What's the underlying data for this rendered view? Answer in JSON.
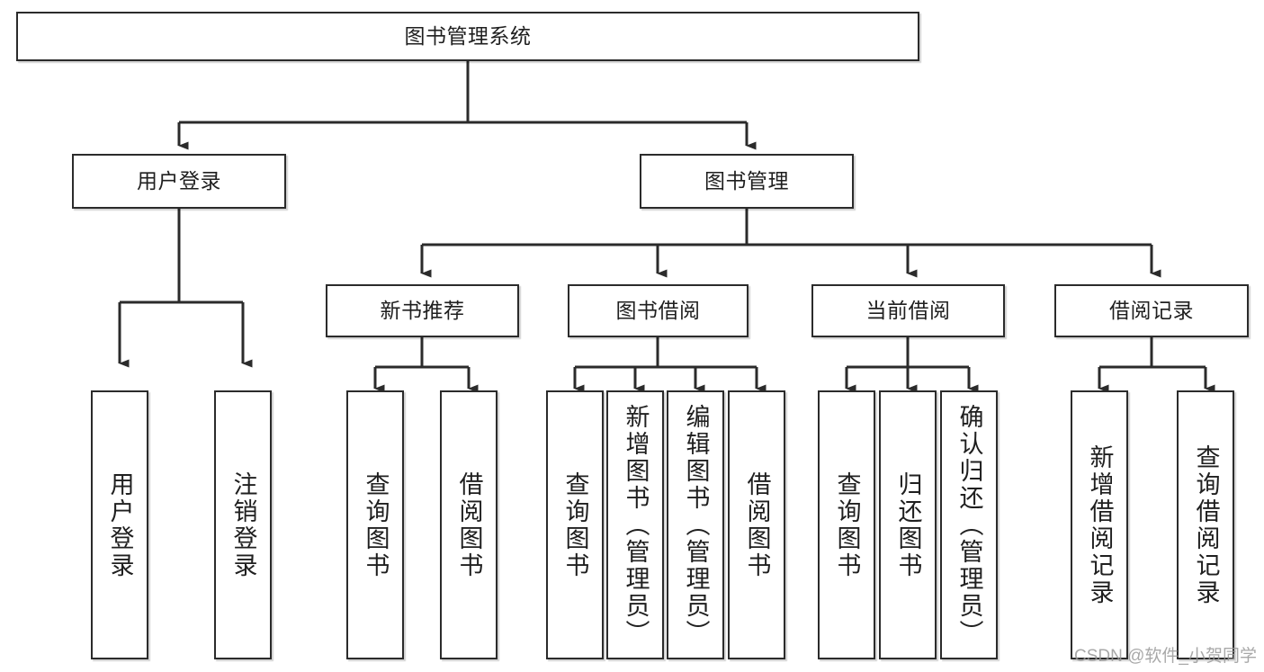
{
  "diagram": {
    "title": "图书管理系统",
    "type": "tree-hierarchy-chart",
    "watermark": "CSDN @软件_小贺同学",
    "colors": {
      "stroke": "#2b2b2b",
      "fill": "#ffffff",
      "text": "#1f1f1f",
      "watermark": "#9a9a9a"
    },
    "root": {
      "label": "图书管理系统"
    },
    "level1": [
      {
        "label": "用户登录"
      },
      {
        "label": "图书管理"
      }
    ],
    "level2": [
      {
        "label": "新书推荐"
      },
      {
        "label": "图书借阅"
      },
      {
        "label": "当前借阅"
      },
      {
        "label": "借阅记录"
      }
    ],
    "leaves": {
      "user_login": [
        {
          "label": "用户登录"
        },
        {
          "label": "注销登录"
        }
      ],
      "new_book_recommend": [
        {
          "label": "查询图书"
        },
        {
          "label": "借阅图书"
        }
      ],
      "book_borrow": [
        {
          "label": "查询图书"
        },
        {
          "label": "新增图书（管理员）"
        },
        {
          "label": "编辑图书（管理员）"
        },
        {
          "label": "借阅图书"
        }
      ],
      "current_borrow": [
        {
          "label": "查询图书"
        },
        {
          "label": "归还图书"
        },
        {
          "label": "确认归还（管理员）"
        }
      ],
      "borrow_record": [
        {
          "label": "新增借阅记录"
        },
        {
          "label": "查询借阅记录"
        }
      ]
    }
  }
}
